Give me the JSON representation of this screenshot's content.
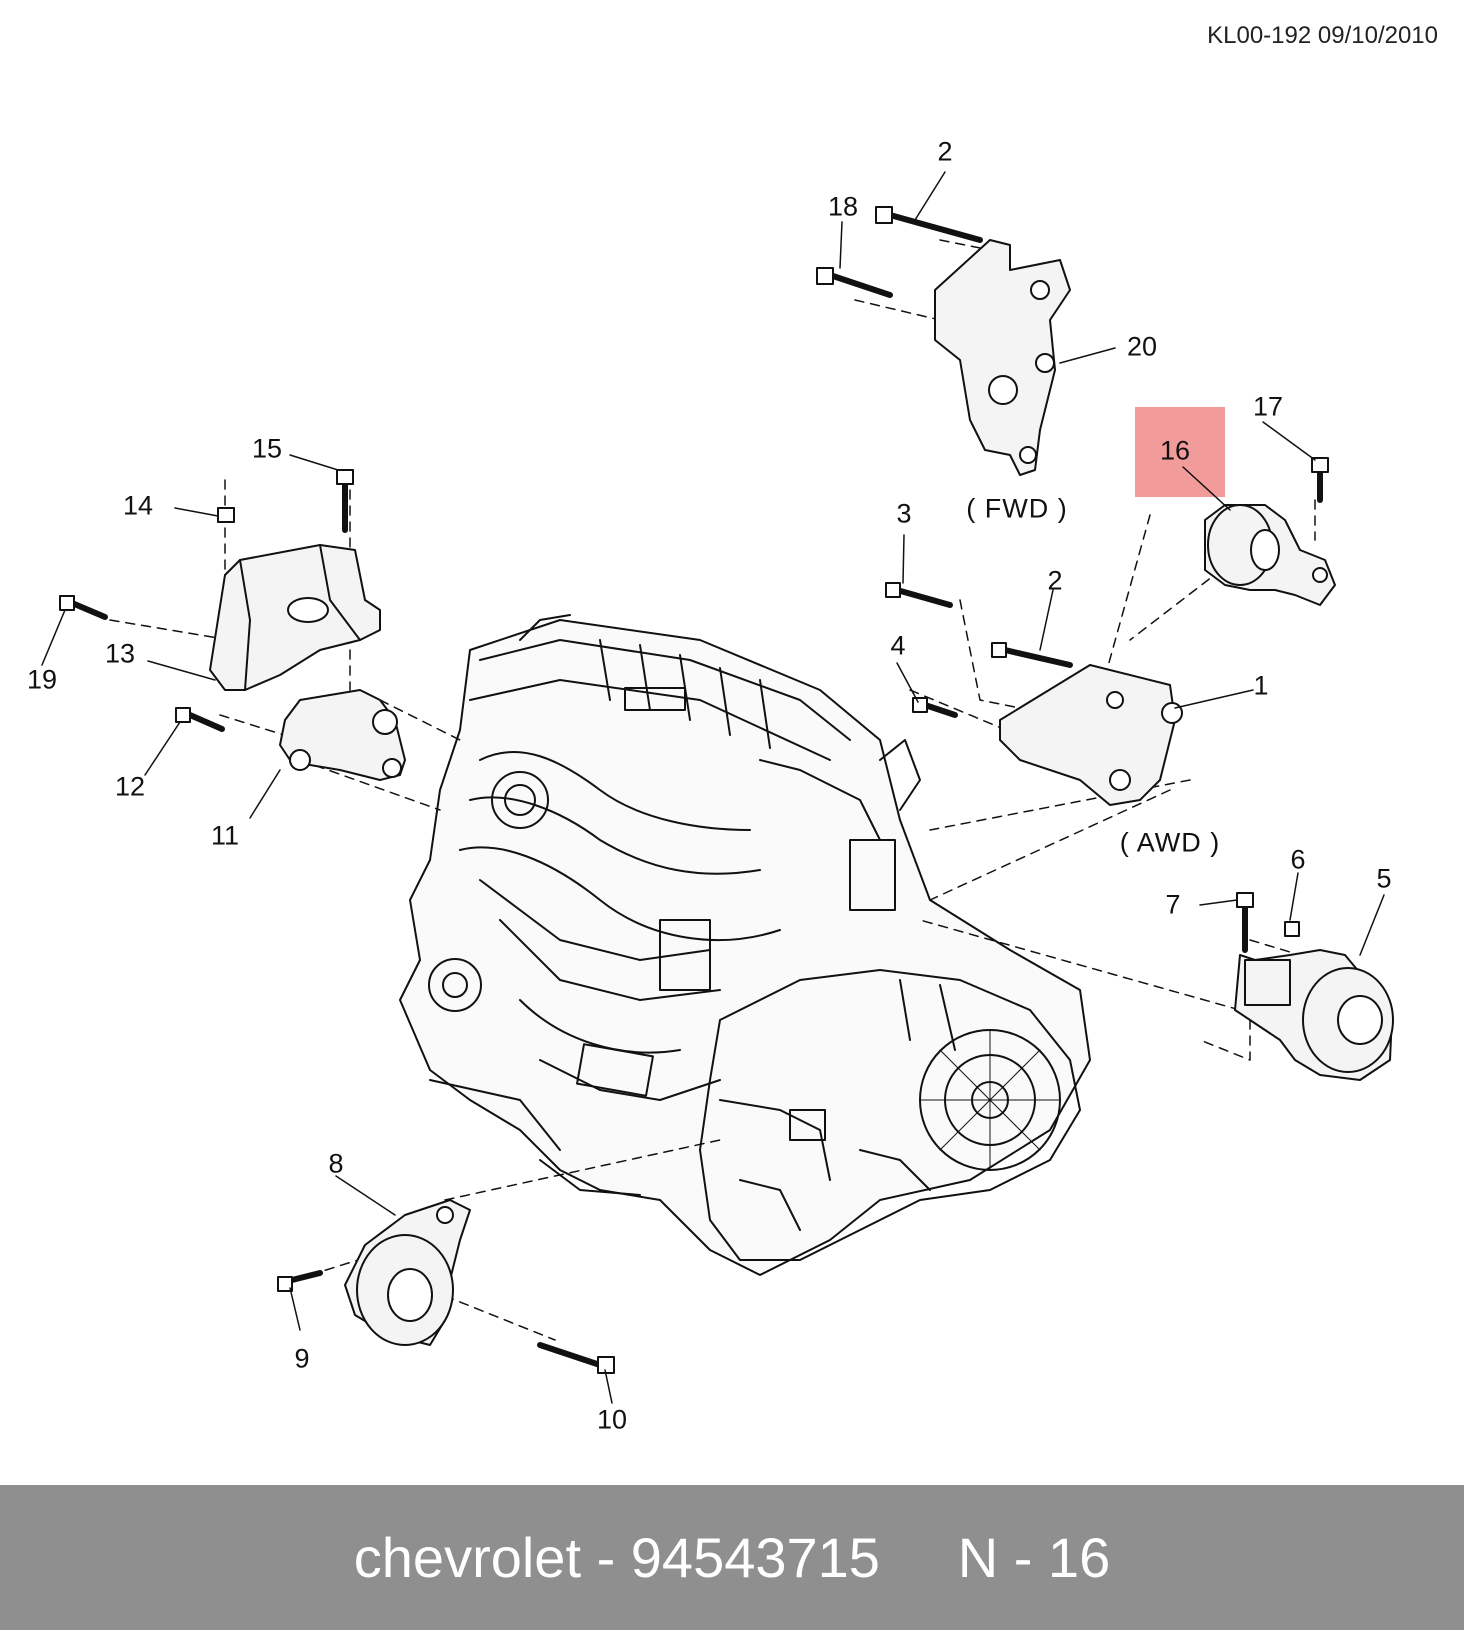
{
  "document": {
    "id_date": "KL00-192 09/10/2010"
  },
  "callouts": {
    "n1": "1",
    "n2a": "2",
    "n2b": "2",
    "n3": "3",
    "n4": "4",
    "n5": "5",
    "n6": "6",
    "n7": "7",
    "n8": "8",
    "n9": "9",
    "n10": "10",
    "n11": "11",
    "n12": "12",
    "n13": "13",
    "n14": "14",
    "n15": "15",
    "n16": "16",
    "n17": "17",
    "n18": "18",
    "n19": "19",
    "n20": "20"
  },
  "variants": {
    "fwd": "( FWD )",
    "awd": "( AWD )"
  },
  "highlight": {
    "label": "16",
    "color": "#f08a8a"
  },
  "footer": {
    "brand": "chevrolet",
    "part_number": "94543715",
    "ref": "N - 16",
    "text": "chevrolet - 94543715     N - 16"
  }
}
